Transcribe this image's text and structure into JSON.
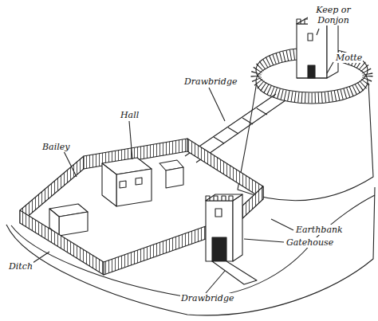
{
  "diagram": {
    "labels": [
      "Keep or Donjon",
      "Drawbridge",
      "Motte",
      "Hall",
      "Bailey",
      "Earthbank",
      "Gatehouse",
      "Ditch",
      "Drawbridge"
    ]
  }
}
